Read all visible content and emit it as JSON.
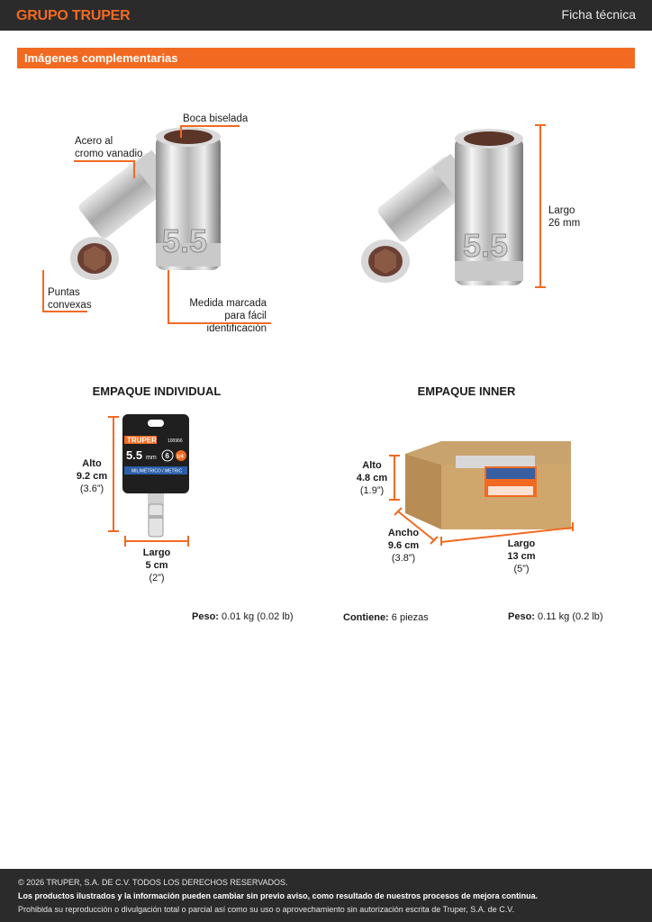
{
  "header": {
    "brand": "GRUPO TRUPER",
    "doc_type": "Ficha técnica"
  },
  "section": {
    "title": "Imágenes complementarias"
  },
  "product_callouts": {
    "bevel": "Boca biselada",
    "material_line1": "Acero al",
    "material_line2": "cromo vanadio",
    "points_line1": "Puntas",
    "points_line2": "convexas",
    "size_line1": "Medida marcada",
    "size_line2": "para fácil identificación",
    "socket_marking": "5.5",
    "length_label": "Largo",
    "length_value": "26 mm"
  },
  "packaging": {
    "individual": {
      "heading": "EMPAQUE INDIVIDUAL",
      "height_label": "Alto",
      "height_value": "9.2 cm",
      "height_imperial": "(3.6”)",
      "length_label": "Largo",
      "length_value": "5 cm",
      "length_imperial": "(2”)",
      "weight_label": "Peso:",
      "weight_value": "0.01 kg (0.02 lb)",
      "card_brand": "TRUPER",
      "card_code": "100966",
      "card_size": "5.5",
      "card_unit": "mm",
      "card_metric": "MILIMÉTRICO / METRIC",
      "card_points": "6",
      "card_drive": "1/4"
    },
    "inner": {
      "heading": "EMPAQUE INNER",
      "height_label": "Alto",
      "height_value": "4.8 cm",
      "height_imperial": "(1.9”)",
      "width_label": "Ancho",
      "width_value": "9.6 cm",
      "width_imperial": "(3.8”)",
      "length_label": "Largo",
      "length_value": "13 cm",
      "length_imperial": "(5”)",
      "contains_label": "Contiene:",
      "contains_value": "6 piezas",
      "weight_label": "Peso:",
      "weight_value": "0.11 kg (0.2 lb)"
    }
  },
  "footer": {
    "copyright": "© 2026 TRUPER, S.A. DE C.V. TODOS LOS DERECHOS RESERVADOS.",
    "notice": "Los productos ilustrados y la información pueden cambiar sin previo aviso, como resultado de nuestros procesos de mejora continua.",
    "legal": "Prohibida su reproducción o divulgación total o parcial así como su uso o aprovechamiento sin autorización escrita de Truper, S.A. de C.V."
  },
  "colors": {
    "accent": "#f26a21",
    "dark": "#2b2b2b"
  }
}
